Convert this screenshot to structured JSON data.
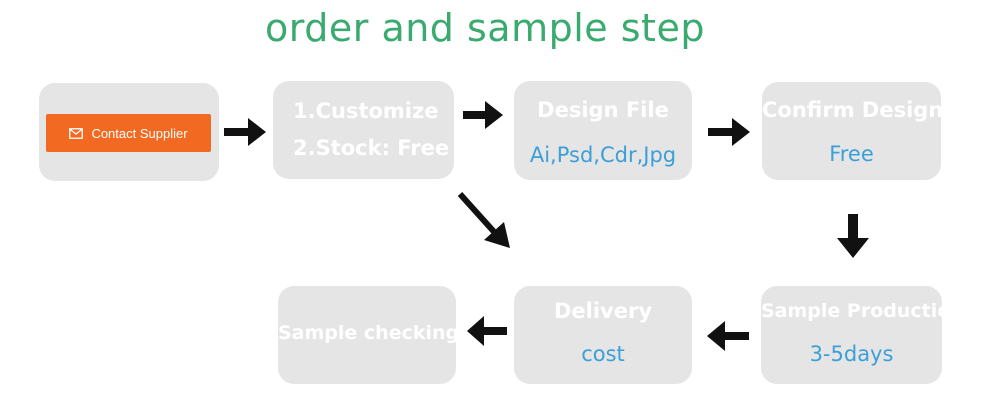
{
  "title": "order and sample step",
  "colors": {
    "title": "#3aaa6f",
    "box_bg": "#e5e5e5",
    "box_text": "#ffffff",
    "highlight_text": "#3b9fd8",
    "button_bg": "#f26a21",
    "arrow": "#111111"
  },
  "contact_button": {
    "label": "Contact Supplier",
    "icon": "mail-icon"
  },
  "steps": {
    "customize": {
      "line1": "1.Customize",
      "line2": "2.Stock: Free"
    },
    "design_file": {
      "title": "Design File",
      "detail": "Ai,Psd,Cdr,Jpg"
    },
    "confirm_design": {
      "title": "Confirm Design",
      "detail": "Free"
    },
    "sample_production": {
      "title": "Sample Production",
      "detail": "3-5days"
    },
    "delivery": {
      "title": "Delivery",
      "detail": "cost"
    },
    "sample_checking": {
      "title": "Sample checking"
    }
  }
}
